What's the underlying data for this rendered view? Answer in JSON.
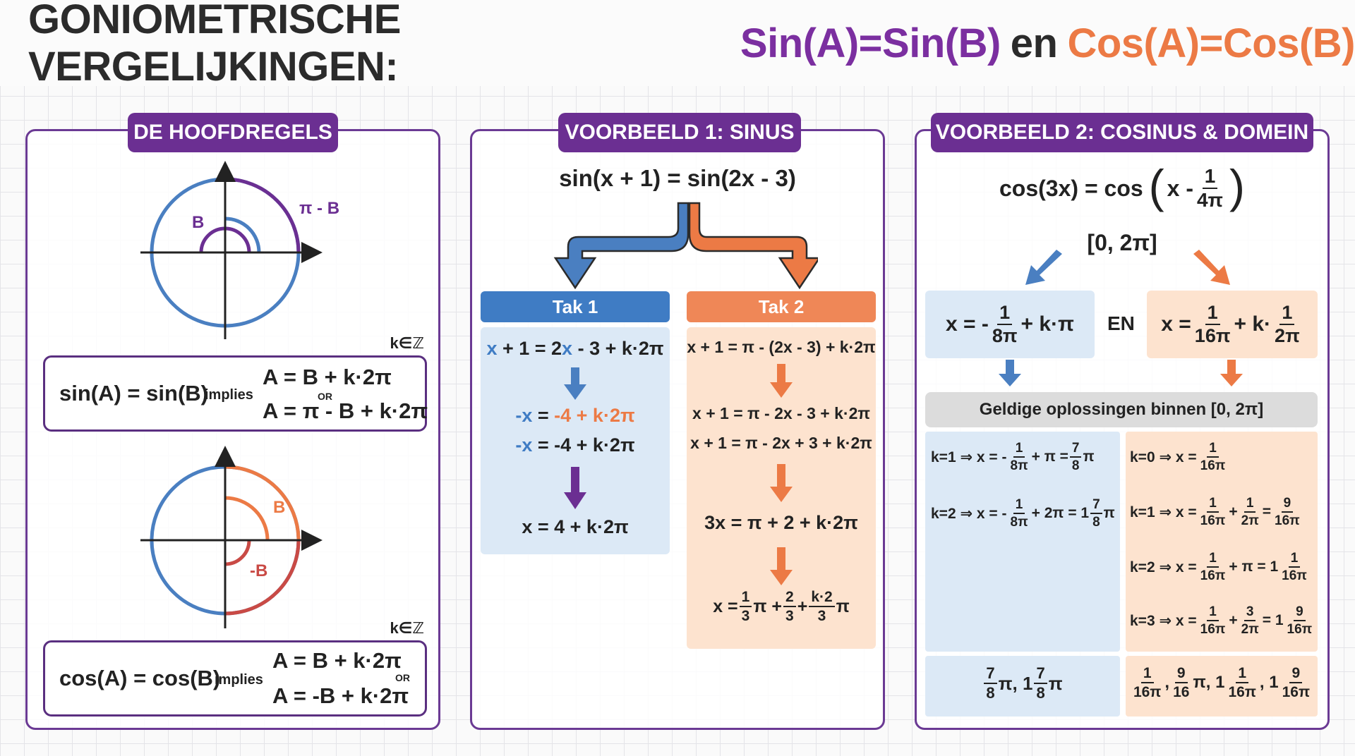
{
  "title": {
    "main": "GONIOMETRISCHE VERGELIJKINGEN:",
    "sin": "Sin(A)=Sin(B)",
    "en": "en",
    "cos": "Cos(A)=Cos(B)"
  },
  "panel1": {
    "header": "DE HOOFDREGELS",
    "circle1": {
      "label_b": "B",
      "label_pi_b": "π - B"
    },
    "kz1": "k∈ℤ",
    "rule_sin": {
      "left": "sin(A) = sin(B)",
      "implies": "implies",
      "line1": "A = B + k·2π",
      "or": "OR",
      "line2": "A = π - B + k·2π"
    },
    "circle2": {
      "label_b": "B",
      "label_neg_b": "-B"
    },
    "kz2": "k∈ℤ",
    "rule_cos": {
      "left": "cos(A) = cos(B)",
      "implies": "implies",
      "line1": "A = B + k·2π",
      "or": "OR",
      "line2": "A = -B + k·2π"
    }
  },
  "panel2": {
    "header": "VOORBEELD 1: SINUS",
    "equation": "sin(x + 1) = sin(2x - 3)",
    "tak1": {
      "label": "Tak 1",
      "step1": {
        "a": "x",
        "b": " + 1 = 2",
        "c": "x",
        "d": " - 3 + k·2π"
      },
      "step2": {
        "a": "-x",
        "b": " = ",
        "c": "-4 + k·2π"
      },
      "step3": {
        "a": "-x",
        "b": " = -4 + k·2π"
      },
      "step4": "x = 4 + k·2π"
    },
    "tak2": {
      "label": "Tak 2",
      "step1": "x + 1 = π - (2x - 3) + k·2π",
      "step2": "x + 1 = π - 2x - 3 + k·2π",
      "step3": "x + 1 = π - 2x + 3 + k·2π",
      "step4": "3x = π + 2 + k·2π",
      "step5": {
        "pre": "x = ",
        "f1n": "1",
        "f1d": "3",
        "t1": "π + ",
        "f2n": "2",
        "f2d": "3",
        "t2": " + ",
        "f3n": "k·2",
        "f3d": "3",
        "t3": "π"
      }
    }
  },
  "panel3": {
    "header": "VOORBEELD 2: COSINUS & DOMEIN",
    "equation": {
      "left": "cos(3x) = cos",
      "inner": "x - ",
      "num": "1",
      "den": "4π"
    },
    "domain": "[0, 2π]",
    "res1": {
      "pre": "x = -",
      "num": "1",
      "den": "8π",
      "post": " + k·π"
    },
    "en": "EN",
    "res2": {
      "pre": "x = ",
      "num": "1",
      "den": "16π",
      "mid": " + k·",
      "num2": "1",
      "den2": "2π"
    },
    "valid_header": "Geldige oplossingen binnen [0, 2π]",
    "left_solutions": [
      {
        "k": "k=1 ⇒ x = -",
        "n1": "1",
        "d1": "8π",
        "mid": " + π = ",
        "n2": "7",
        "d2": "8",
        "post": "π"
      },
      {
        "k": "k=2 ⇒ x = -",
        "n1": "1",
        "d1": "8π",
        "mid": " + 2π = 1",
        "n2": "7",
        "d2": "8",
        "post": "π"
      }
    ],
    "right_solutions": [
      {
        "k": "k=0 ⇒ x = ",
        "n1": "1",
        "d1": "16π"
      },
      {
        "k": "k=1 ⇒ x = ",
        "n1": "1",
        "d1": "16π",
        "mid": " + ",
        "n2": "1",
        "d2": "2π",
        "mid2": " = ",
        "n3": "9",
        "d3": "16π"
      },
      {
        "k": "k=2 ⇒ x = ",
        "n1": "1",
        "d1": "16π",
        "mid": " + π = 1",
        "n2": "1",
        "d2": "16π"
      },
      {
        "k": "k=3 ⇒ x = ",
        "n1": "1",
        "d1": "16π",
        "mid": " + ",
        "n2": "3",
        "d2": "2π",
        "mid2": " = 1",
        "n3": "9",
        "d3": "16π"
      }
    ],
    "final_left": {
      "n1": "7",
      "d1": "8",
      "t1": "π, 1",
      "n2": "7",
      "d2": "8",
      "t2": "π"
    },
    "final_right": {
      "n1": "1",
      "d1": "16π",
      "t1": ", ",
      "n2": "9",
      "d2": "16",
      "t2": "π, 1",
      "n3": "1",
      "d3": "16π",
      "t3": ", 1",
      "n4": "9",
      "d4": "16π"
    }
  },
  "colors": {
    "purple": "#6b2f92",
    "blue": "#4a7fc1",
    "orange": "#ec7a45",
    "red": "#c94a45",
    "light_blue": "#dce9f6",
    "light_orange": "#fde3cf"
  }
}
